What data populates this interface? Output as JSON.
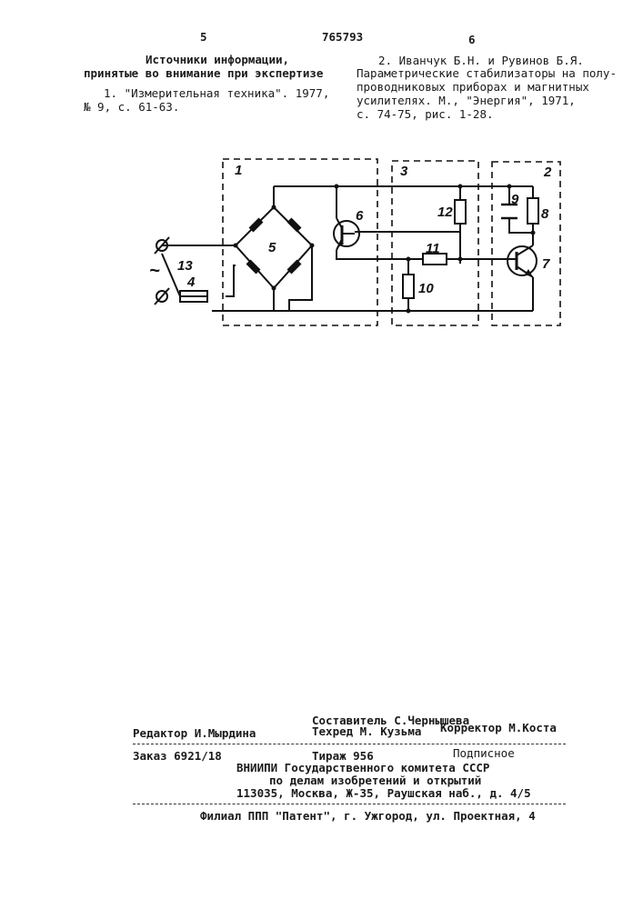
{
  "header": {
    "page_left": "5",
    "patent_number": "765793",
    "page_right": "6"
  },
  "sources": {
    "heading_line1": "Источники информации,",
    "heading_line2": "принятые во внимание при экспертизе",
    "ref1_line1": "1. \"Измерительная техника\". 1977,",
    "ref1_line2": "№ 9, с. 61-63.",
    "ref2_line1": "2. Иванчук Б.Н. и Рувинов Б.Я.",
    "ref2_line2": "Параметрические стабилизаторы на полу-",
    "ref2_line3": "проводниковых приборах и магнитных",
    "ref2_line4": "усилителях. М., \"Энергия\", 1971,",
    "ref2_line5": "с. 74-75, рис. 1-28."
  },
  "diagram": {
    "block_1": "1",
    "block_3": "3",
    "block_2": "2",
    "ac_symbol": "~",
    "label_13": "13",
    "label_4": "4",
    "label_5": "5",
    "label_6": "6",
    "label_12": "12",
    "label_11": "11",
    "label_10": "10",
    "label_9": "9",
    "label_8": "8",
    "label_7": "7"
  },
  "footer": {
    "compiler": "Составитель С.Чернышева",
    "editor": "Редактор И.Мырдина",
    "techred": "Техред М. Кузьма",
    "corrector": "Корректор М.Коста",
    "order": "Заказ 6921/18",
    "circulation": "Тираж 956",
    "subscription": "Подписное",
    "org1": "ВНИИПИ Государственного комитета СССР",
    "org2": "по делам изобретений и открытий",
    "address": "113035, Москва, Ж-35, Раушская наб., д. 4/5",
    "branch": "Филиал ППП \"Патент\", г. Ужгород, ул. Проектная, 4"
  }
}
